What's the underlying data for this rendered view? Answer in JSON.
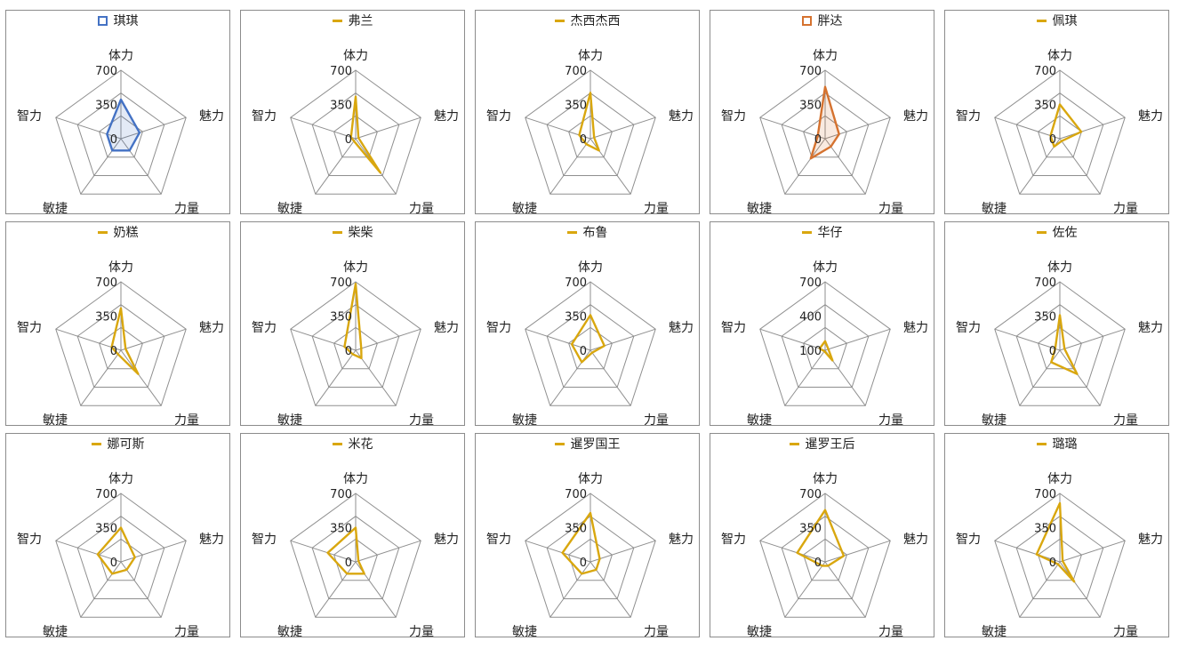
{
  "chart_data": [
    {
      "type": "radar",
      "title": "琪琪",
      "axes": [
        "体力",
        "魅力",
        "力量",
        "敏捷",
        "智力"
      ],
      "ticks": [
        "0",
        "350",
        "700"
      ],
      "range": [
        0,
        700
      ],
      "values": [
        400,
        200,
        150,
        150,
        150
      ],
      "color": "#4472c4",
      "fill": "rgba(68,114,196,0.15)",
      "legend_marker": "box"
    },
    {
      "type": "radar",
      "title": "弗兰",
      "axes": [
        "体力",
        "魅力",
        "力量",
        "敏捷",
        "智力"
      ],
      "ticks": [
        "0",
        "350",
        "700"
      ],
      "range": [
        0,
        700
      ],
      "values": [
        430,
        30,
        430,
        30,
        50
      ],
      "color": "#d9a70e",
      "legend_marker": "line"
    },
    {
      "type": "radar",
      "title": "杰西杰西",
      "axes": [
        "体力",
        "魅力",
        "力量",
        "敏捷",
        "智力"
      ],
      "ticks": [
        "0",
        "350",
        "700"
      ],
      "range": [
        0,
        700
      ],
      "values": [
        470,
        40,
        150,
        70,
        120
      ],
      "color": "#d9a70e",
      "legend_marker": "line"
    },
    {
      "type": "radar",
      "title": "胖达",
      "axes": [
        "体力",
        "魅力",
        "力量",
        "敏捷",
        "智力"
      ],
      "ticks": [
        "0",
        "350",
        "700"
      ],
      "range": [
        0,
        700
      ],
      "values": [
        530,
        150,
        100,
        250,
        80
      ],
      "color": "#d5722f",
      "fill": "rgba(213,114,47,0.15)",
      "legend_marker": "box"
    },
    {
      "type": "radar",
      "title": "佩琪",
      "axes": [
        "体力",
        "魅力",
        "力量",
        "敏捷",
        "智力"
      ],
      "ticks": [
        "0",
        "350",
        "700"
      ],
      "range": [
        0,
        700
      ],
      "values": [
        350,
        230,
        30,
        100,
        100
      ],
      "color": "#d9a70e",
      "legend_marker": "line"
    },
    {
      "type": "radar",
      "title": "奶糕",
      "axes": [
        "体力",
        "魅力",
        "力量",
        "敏捷",
        "智力"
      ],
      "ticks": [
        "0",
        "350",
        "700"
      ],
      "range": [
        0,
        700
      ],
      "values": [
        430,
        50,
        300,
        50,
        100
      ],
      "color": "#d9a70e",
      "legend_marker": "line"
    },
    {
      "type": "radar",
      "title": "柴柴",
      "axes": [
        "体力",
        "魅力",
        "力量",
        "敏捷",
        "智力"
      ],
      "ticks": [
        "0",
        "350",
        "700"
      ],
      "range": [
        0,
        700
      ],
      "values": [
        680,
        60,
        100,
        50,
        120
      ],
      "color": "#d9a70e",
      "legend_marker": "line"
    },
    {
      "type": "radar",
      "title": "布鲁",
      "axes": [
        "体力",
        "魅力",
        "力量",
        "敏捷",
        "智力"
      ],
      "ticks": [
        "0",
        "350",
        "700"
      ],
      "range": [
        0,
        700
      ],
      "values": [
        360,
        150,
        30,
        150,
        200
      ],
      "color": "#d9a70e",
      "legend_marker": "line"
    },
    {
      "type": "radar",
      "title": "华仔",
      "axes": [
        "体力",
        "魅力",
        "力量",
        "敏捷",
        "智力"
      ],
      "ticks": [
        "100",
        "400",
        "700"
      ],
      "range": [
        100,
        700
      ],
      "values": [
        180,
        130,
        210,
        110,
        150
      ],
      "color": "#d9a70e",
      "legend_marker": "line"
    },
    {
      "type": "radar",
      "title": "佐佐",
      "axes": [
        "体力",
        "魅力",
        "力量",
        "敏捷",
        "智力"
      ],
      "ticks": [
        "0",
        "350",
        "700"
      ],
      "range": [
        0,
        700
      ],
      "values": [
        360,
        50,
        300,
        150,
        50
      ],
      "color": "#d9a70e",
      "legend_marker": "line"
    },
    {
      "type": "radar",
      "title": "娜可斯",
      "axes": [
        "体力",
        "魅力",
        "力量",
        "敏捷",
        "智力"
      ],
      "ticks": [
        "0",
        "350",
        "700"
      ],
      "range": [
        0,
        700
      ],
      "values": [
        350,
        150,
        100,
        150,
        250
      ],
      "color": "#d9a70e",
      "legend_marker": "line"
    },
    {
      "type": "radar",
      "title": "米花",
      "axes": [
        "体力",
        "魅力",
        "力量",
        "敏捷",
        "智力"
      ],
      "ticks": [
        "0",
        "350",
        "700"
      ],
      "range": [
        0,
        700
      ],
      "values": [
        350,
        30,
        150,
        150,
        300
      ],
      "color": "#d9a70e",
      "legend_marker": "line"
    },
    {
      "type": "radar",
      "title": "暹罗国王",
      "axes": [
        "体力",
        "魅力",
        "力量",
        "敏捷",
        "智力"
      ],
      "ticks": [
        "0",
        "350",
        "700"
      ],
      "range": [
        0,
        700
      ],
      "values": [
        500,
        100,
        100,
        150,
        300
      ],
      "color": "#d9a70e",
      "legend_marker": "line"
    },
    {
      "type": "radar",
      "title": "暹罗王后",
      "axes": [
        "体力",
        "魅力",
        "力量",
        "敏捷",
        "智力"
      ],
      "ticks": [
        "0",
        "350",
        "700"
      ],
      "range": [
        0,
        700
      ],
      "values": [
        530,
        200,
        50,
        50,
        300
      ],
      "color": "#d9a70e",
      "legend_marker": "line"
    },
    {
      "type": "radar",
      "title": "璐璐",
      "axes": [
        "体力",
        "魅力",
        "力量",
        "敏捷",
        "智力"
      ],
      "ticks": [
        "0",
        "350",
        "700"
      ],
      "range": [
        0,
        700
      ],
      "values": [
        600,
        30,
        250,
        30,
        250
      ],
      "color": "#d9a70e",
      "legend_marker": "line"
    }
  ]
}
